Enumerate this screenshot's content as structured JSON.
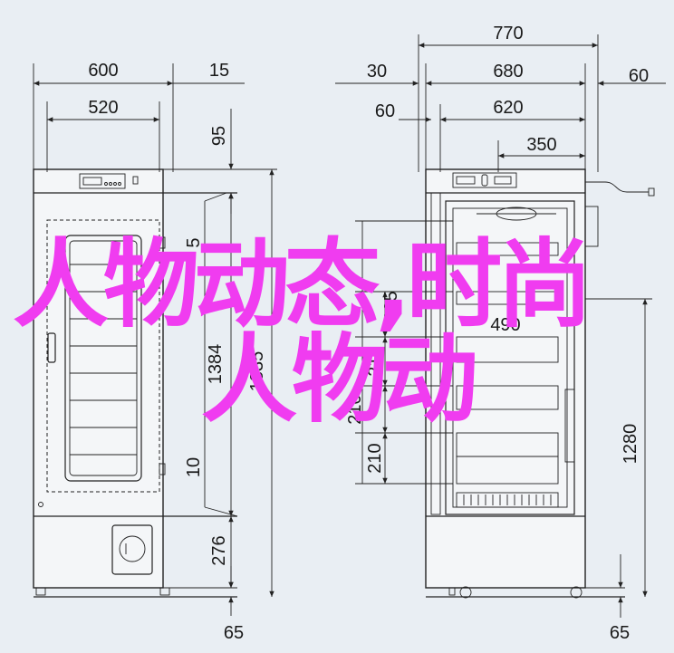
{
  "dimensions": {
    "left_width_total": "600",
    "left_inner_width": "520",
    "left_side_gap": "15",
    "left_top_height": "95",
    "left_gap_a": "5",
    "left_door_height": "1384",
    "left_overall_height": "1835",
    "left_gap_b": "10",
    "left_base_height": "276",
    "left_bottom": "65",
    "right_total": "770",
    "right_left_gap": "30",
    "right_main": "680",
    "right_right_gap": "60",
    "right_inner_left": "60",
    "right_inner": "620",
    "right_compartment": "350",
    "right_shelf_a": "225",
    "right_shelf_depth": "490",
    "right_shelf_b": "210",
    "right_shelf_c": "210",
    "right_shelf_d": "210",
    "right_height_1280": "1280",
    "right_bottom": "65"
  },
  "overlay": {
    "line1": "人物动态,时尚",
    "line2": "人物动"
  },
  "colors": {
    "background": "#e9eef3",
    "line": "#222222",
    "overlay_text": "#f03cf0"
  }
}
